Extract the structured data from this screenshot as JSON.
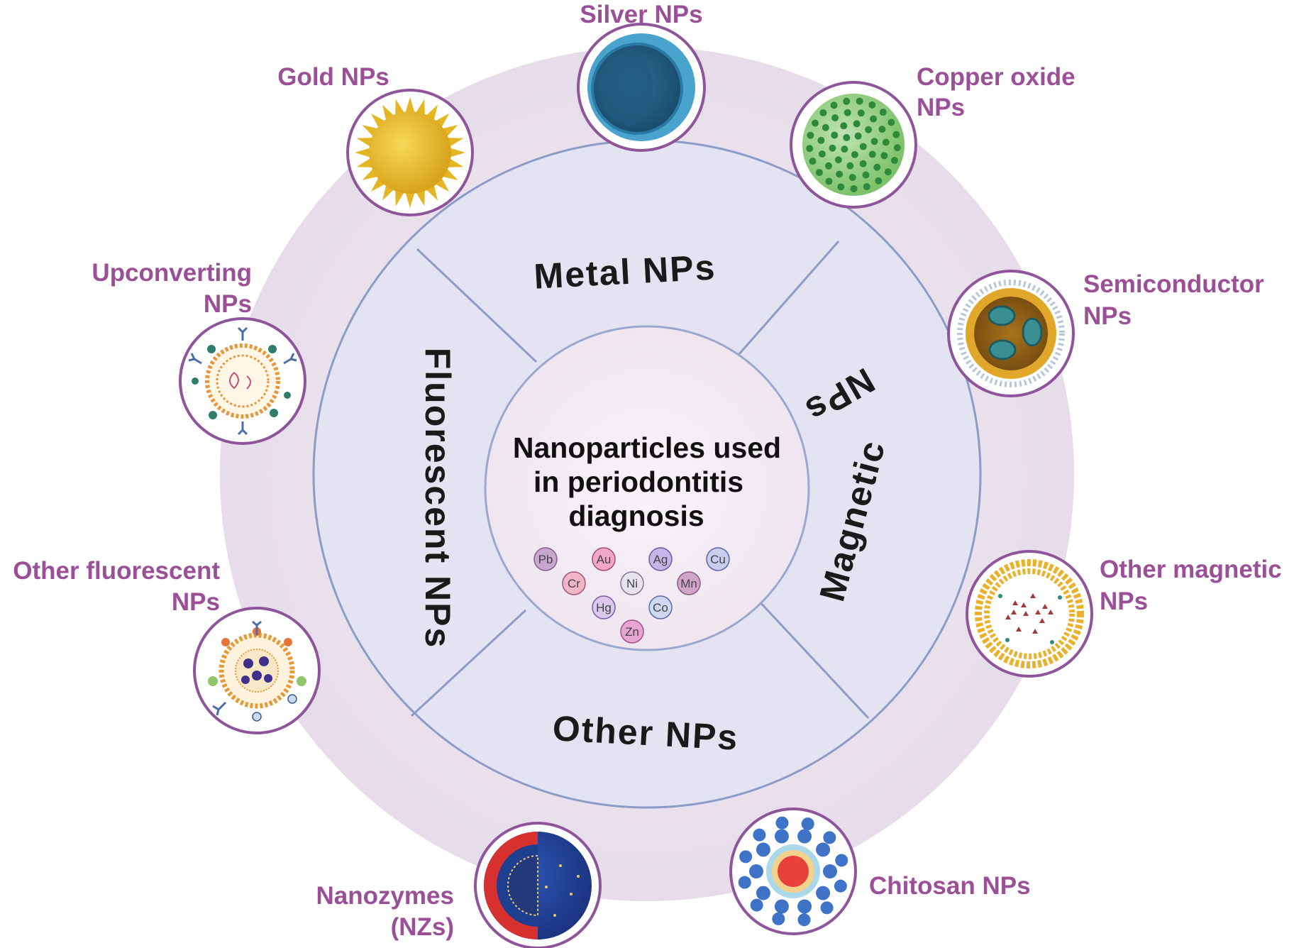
{
  "center": {
    "lines": [
      "Nanoparticles used",
      "in periodontitis",
      "diagnosis"
    ]
  },
  "elements": [
    "Pb",
    "Au",
    "Ag",
    "Cu",
    "Cr",
    "Ni",
    "Mn",
    "Hg",
    "Co",
    "Zn"
  ],
  "segments": {
    "metal": "Metal   NPs",
    "magnetic_word": "Magnetic",
    "magnetic_nps": "NPs",
    "other": "Other   NPs",
    "fluorescent": "Fluorescent   NPs"
  },
  "particles": {
    "silver": [
      "Silver NPs"
    ],
    "gold": [
      "Gold NPs"
    ],
    "copper": [
      "Copper oxide",
      "NPs"
    ],
    "semiconductor": [
      "Semiconductor",
      "NPs"
    ],
    "upconverting": [
      "Upconverting",
      "NPs"
    ],
    "other_fluorescent": [
      "Other fluorescent",
      "NPs"
    ],
    "other_magnetic": [
      "Other magnetic",
      "NPs"
    ],
    "nanozymes": [
      "Nanozymes",
      "(NZs)"
    ],
    "chitosan": [
      "Chitosan NPs"
    ]
  },
  "colors": {
    "label_purple": "#9b4f96",
    "outer_ring": "#eae3ee",
    "segment_fill": "#e3e3f1",
    "segment_border": "#8c9cc8"
  }
}
